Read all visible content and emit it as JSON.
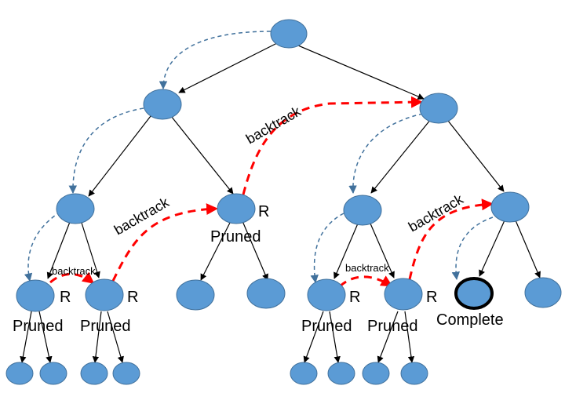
{
  "labels": {
    "backtrack": "backtrack",
    "pruned": "Pruned",
    "r_mark": "R",
    "complete": "Complete"
  },
  "colors": {
    "node_fill": "#5b9bd5",
    "node_outline": "#41719c",
    "tree_edge": "#000000",
    "search_path": "#41719c",
    "backtrack_path": "#ff0000",
    "complete_outline": "#000000"
  }
}
